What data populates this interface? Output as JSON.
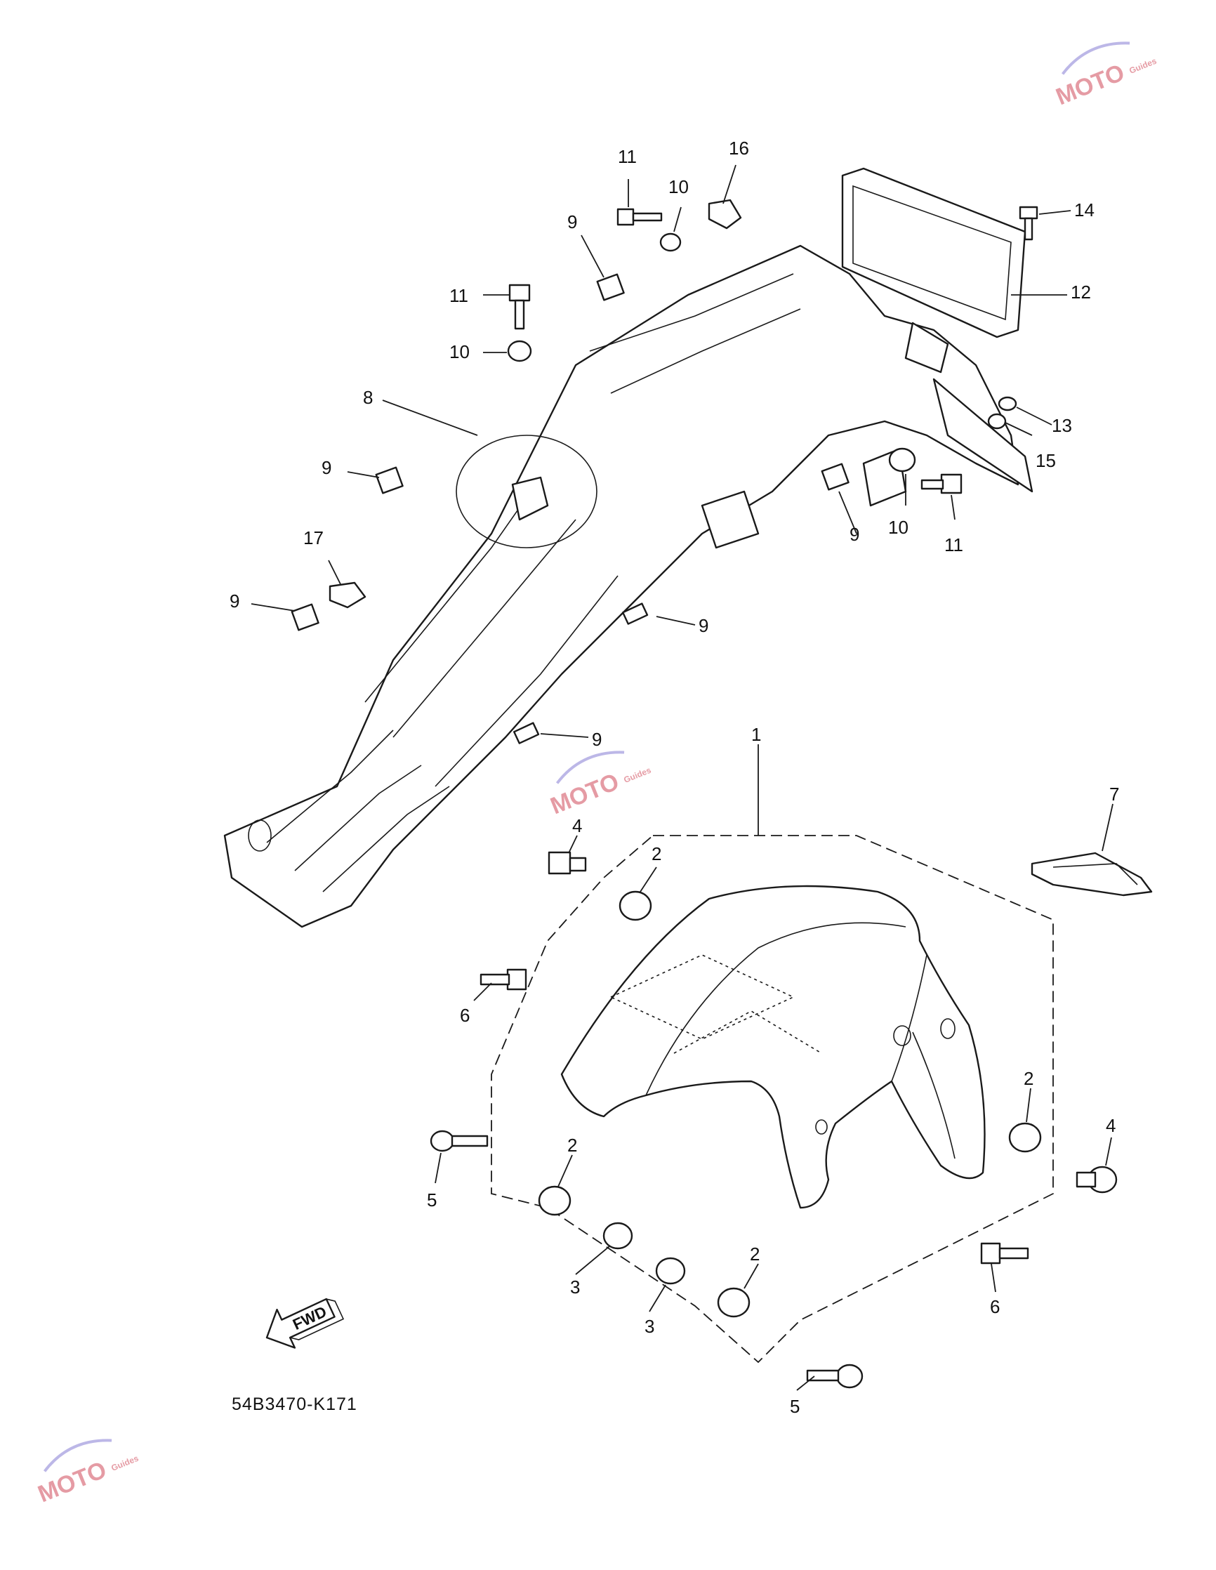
{
  "diagram_code": "54B3470-K171",
  "direction_arrow": {
    "label": "FWD",
    "icon": "fwd-arrow-icon"
  },
  "watermark": {
    "text": "MOTO",
    "subtext": "Guides",
    "color": "#d14a5a",
    "accent": "#7a6fd0"
  },
  "callouts": {
    "p1": "1",
    "p2a": "2",
    "p2b": "2",
    "p2c": "2",
    "p2d": "2",
    "p3a": "3",
    "p3b": "3",
    "p4a": "4",
    "p4b": "4",
    "p5a": "5",
    "p5b": "5",
    "p6a": "6",
    "p6b": "6",
    "p7": "7",
    "p8": "8",
    "p9a": "9",
    "p9b": "9",
    "p9c": "9",
    "p9d": "9",
    "p9e": "9",
    "p9f": "9",
    "p10a": "10",
    "p10b": "10",
    "p10c": "10",
    "p11a": "11",
    "p11b": "11",
    "p11c": "11",
    "p12": "12",
    "p13": "13",
    "p14": "14",
    "p15": "15",
    "p16": "16",
    "p17": "17"
  }
}
